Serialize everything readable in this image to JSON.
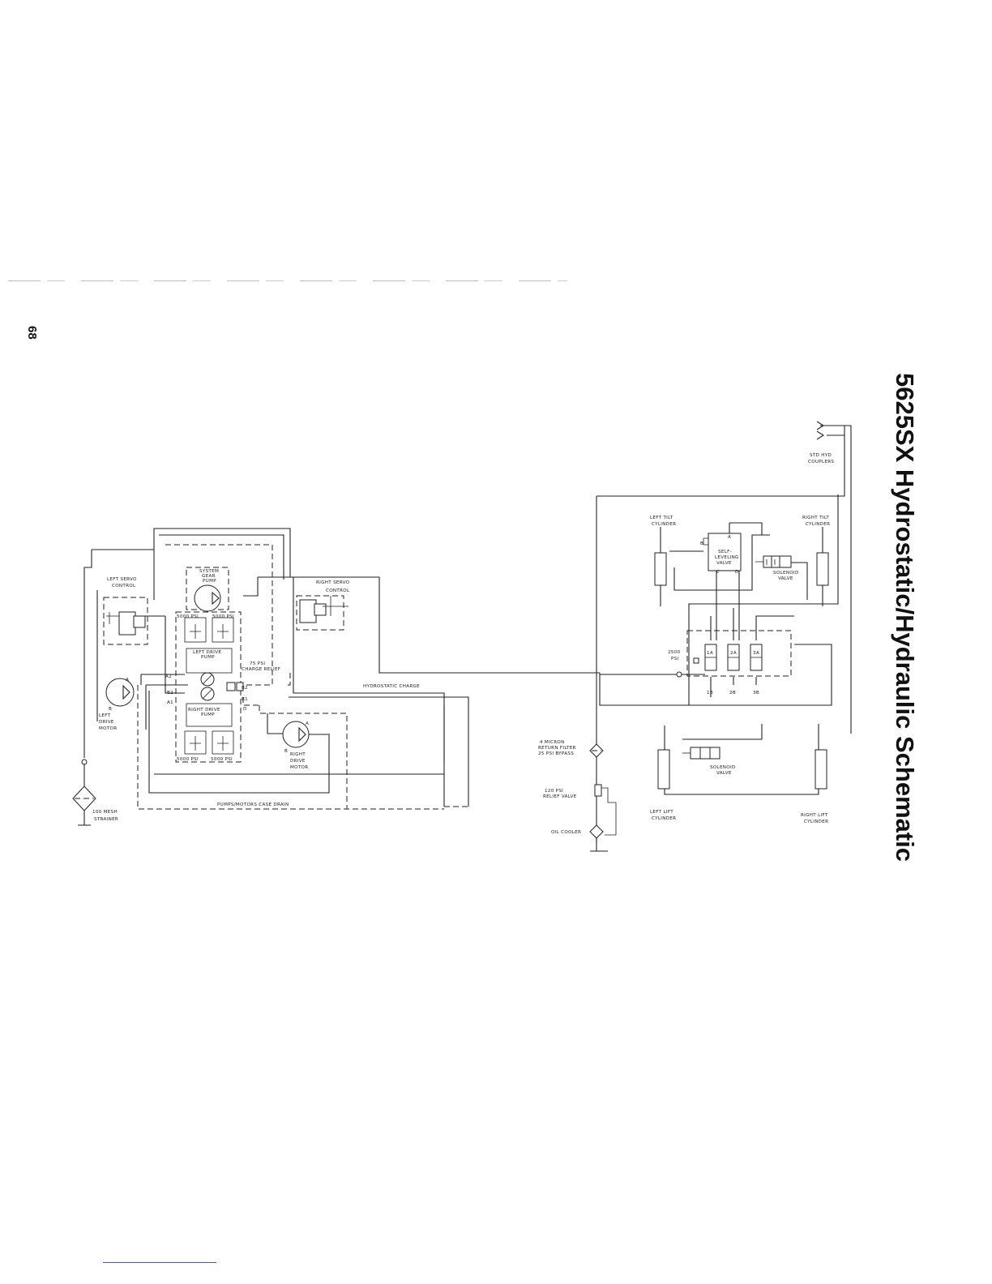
{
  "title": "5625SX Hydrostatic/Hydraulic Schematic",
  "page_number": "68",
  "labels": {
    "left_servo": [
      "LEFT SERVO",
      "CONTROL"
    ],
    "system_pump": [
      "SYSTEM",
      "GEAR",
      "PUMP"
    ],
    "right_servo": [
      "RIGHT SERVO",
      "CONTROL"
    ],
    "psi_5000": "5000 PSI",
    "left_drive_pump": [
      "LEFT DRIVE",
      "PUMP"
    ],
    "charge_relief": [
      "75 PSI",
      "CHARGE RELIEF"
    ],
    "right_drive_pump": [
      "RIGHT DRIVE",
      "PUMP"
    ],
    "hydrostatic_charge": "HYDROSTATIC CHARGE",
    "left_drive_motor": [
      "LEFT",
      "DRIVE",
      "MOTOR"
    ],
    "right_drive_motor": [
      "RIGHT",
      "DRIVE",
      "MOTOR"
    ],
    "case_drain": "PUMPS/MOTORS CASE DRAIN",
    "strainer": [
      "100 MESH",
      "STRAINER"
    ],
    "return_filter": [
      "4 MICRON",
      "RETURN FILTER",
      "25 PSI BYPASS"
    ],
    "relief_valve": [
      "120 PSI",
      "RELIEF VALVE"
    ],
    "oil_cooler": "OIL COOLER",
    "std_couplers": [
      "STD HYD",
      "COUPLERS"
    ],
    "left_tilt": [
      "LEFT TILT",
      "CYLINDER"
    ],
    "right_tilt": [
      "RIGHT TILT",
      "CYLINDER"
    ],
    "self_leveling": [
      "SELF-",
      "LEVELING",
      "VALVE"
    ],
    "solenoid_valve": [
      "SOLENOID",
      "VALVE"
    ],
    "psi_2500": [
      "2500",
      "PSI"
    ],
    "left_lift": [
      "LEFT LIFT",
      "CYLINDER"
    ],
    "right_lift": [
      "RIGHT LIFT",
      "CYLINDER"
    ],
    "port_a": "A",
    "port_b": "B",
    "port_c": "C",
    "port_d": "D",
    "port_a1": "A1",
    "port_a2": "A2",
    "port_b1": "B1",
    "port_b2": "B2",
    "spool_1a": "1A",
    "spool_2a": "2A",
    "spool_3a": "3A",
    "spool_1b": "1B",
    "spool_2b": "2B",
    "spool_3b": "3B"
  }
}
